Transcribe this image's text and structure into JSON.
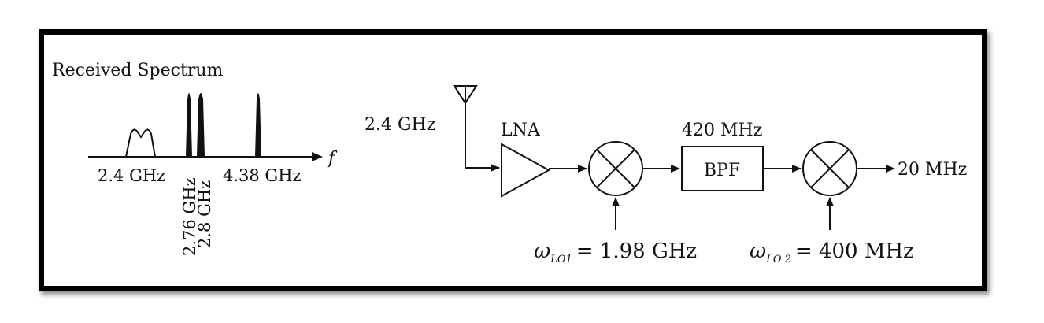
{
  "spectrum": {
    "title": "Received Spectrum",
    "axis_label": "f",
    "labels": {
      "f1": "2.4 GHz",
      "f2": "2.76 GHz",
      "f3": "2.8 GHz",
      "f4": "4.38 GHz"
    }
  },
  "receiver": {
    "input_freq": "2.4 GHz",
    "lna": "LNA",
    "bpf": "BPF",
    "bpf_freq": "420 MHz",
    "output": "20 MHz",
    "lo1": {
      "sym": "ω",
      "sub": "LO1",
      "value": "= 1.98 GHz"
    },
    "lo2": {
      "sym": "ω",
      "sub": "LO 2",
      "value": "= 400 MHz"
    }
  },
  "colors": {
    "ink": "#111111",
    "frame": "#000000"
  }
}
